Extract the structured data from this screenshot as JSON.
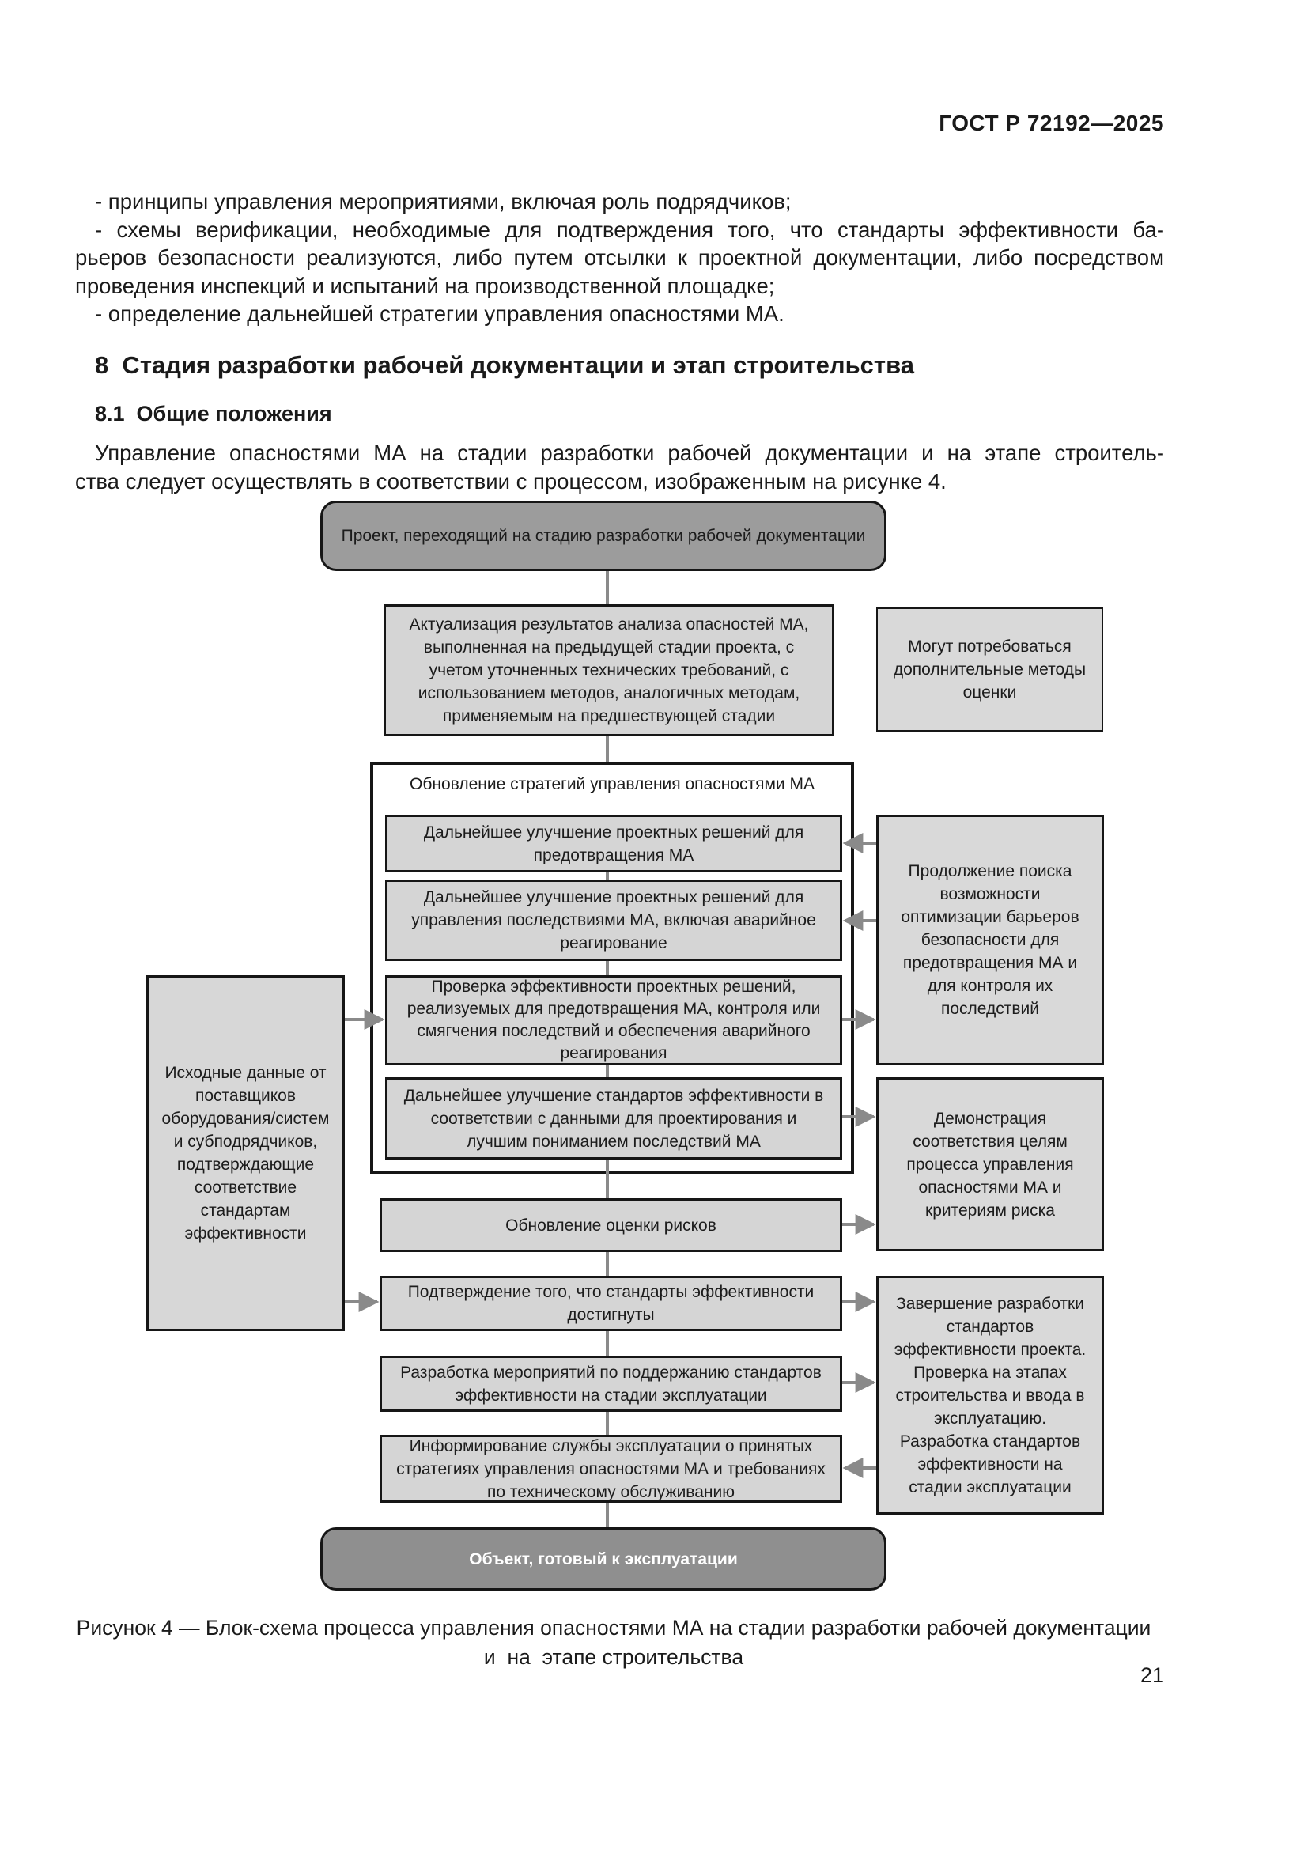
{
  "page": {
    "header": "ГОСТ Р 72192—2025",
    "page_number": "21"
  },
  "intro": {
    "p1": "- принципы управления мероприятиями, включая роль подрядчиков;",
    "p2_l1": "- схемы верификации, необходимые для подтверждения того, что стандарты эффективности ба-",
    "p2_l2": "рьеров безопасности реализуются, либо путем отсылки к проектной документации, либо посредством",
    "p2_l3": "проведения инспекций и испытаний на производственной площадке;",
    "p3": "- определение дальнейшей стратегии управления опасностями МА."
  },
  "section": {
    "heading": "8  Стадия разработки рабочей документации и этап строительства",
    "subheading": "8.1  Общие положения",
    "p1_l1": "Управление опасностями МА на стадии разработки рабочей документации и на этапе строитель-",
    "p1_l2": "ства следует осуществлять в соответствии с процессом, изображенным на рисунке 4."
  },
  "flowchart": {
    "start": "Проект, переходящий на стадию разработки рабочей документации",
    "update_analysis": "Актуализация результатов анализа опасностей МА, выполненная на предыдущей стадии проекта, с учетом уточненных технических требований, с использованием методов, аналогичных методам, применяемым на предшествующей стадии",
    "note_methods": "Могут потребоваться дополнительные методы оценки",
    "container_title": "Обновление стратегий управления опасностями МА",
    "improve_prevention": "Дальнейшее улучшение проектных решений для предотвращения МА",
    "improve_consequences": "Дальнейшее улучшение проектных решений для управления последствиями МА, включая аварийное реагирование",
    "verify_solutions": "Проверка эффективности проектных решений, реализуемых для предотвращения МА, контроля или смягчения последствий и обеспечения аварийного реагирования",
    "improve_standards": "Дальнейшее улучшение стандартов эффективности в соответствии с данными для проектирования и лучшим пониманием последствий МА",
    "left_input": "Исходные данные от поставщиков оборудования/систем и субподрядчиков, подтверждающие соответствие стандартам эффективности",
    "right_optimization": "Продолжение поиска возможности оптимизации барьеров безопасности для предотвращения МА и для контроля их последствий",
    "risk_update": "Обновление оценки рисков",
    "right_demonstration": "Демонстрация соответствия целям процесса управления опасностями МА и критериям риска",
    "confirm_standards": "Подтверждение того, что стандарты эффективности достигнуты",
    "right_completion": "Завершение разработки стандартов эффективности проекта. Проверка на этапах строительства и ввода в эксплуатацию. Разработка стандартов эффективности на стадии эксплуатации",
    "maintain_standards": "Разработка мероприятий по поддержанию стандартов эффективности на стадии эксплуатации",
    "inform_operations": "Информирование службы эксплуатации о принятых стратегиях управления опасностями МА и требованиях по техническому обслуживанию",
    "end": "Объект, готовый к эксплуатации"
  },
  "caption": {
    "line1": "Рисунок 4 — Блок-схема процесса управления опасностями МА на стадии разработки рабочей документации",
    "line2": "и  на  этапе строительства"
  },
  "colors": {
    "box_fill": "#d5d5d5",
    "terminal_fill": "#9c9c9c",
    "end_terminal_fill": "#8f8f8f",
    "container_fill": "#ffffff",
    "border": "#161616",
    "connector": "#8a8a8a",
    "text": "#1a1a1a",
    "end_text": "#ffffff"
  }
}
